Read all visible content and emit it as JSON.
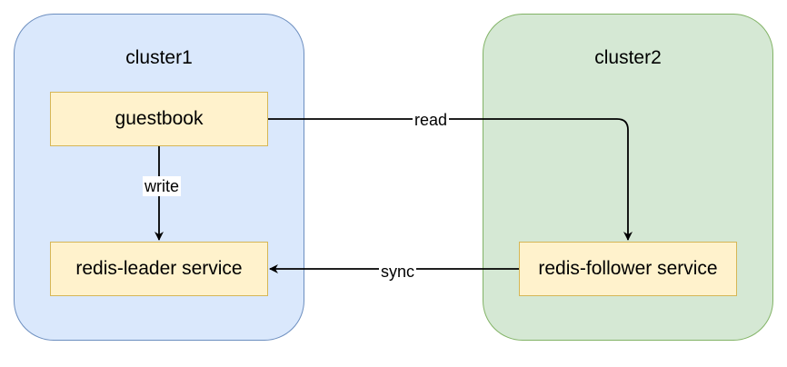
{
  "clusters": [
    {
      "title": "cluster1",
      "fill": "#dae8fc",
      "stroke": "#6c8ebf"
    },
    {
      "title": "cluster2",
      "fill": "#d5e8d4",
      "stroke": "#82b366"
    }
  ],
  "nodes": {
    "guestbook": {
      "label": "guestbook",
      "fill": "#fff2cc",
      "stroke": "#d6b656"
    },
    "redis_leader": {
      "label": "redis-leader service",
      "fill": "#fff2cc",
      "stroke": "#d6b656"
    },
    "redis_follower": {
      "label": "redis-follower service",
      "fill": "#fff2cc",
      "stroke": "#d6b656"
    }
  },
  "edges": [
    {
      "from": "guestbook",
      "to": "redis-leader service",
      "label": "write"
    },
    {
      "from": "guestbook",
      "to": "redis-follower service",
      "label": "read"
    },
    {
      "from": "redis-follower service",
      "to": "redis-leader service",
      "label": "sync"
    }
  ]
}
